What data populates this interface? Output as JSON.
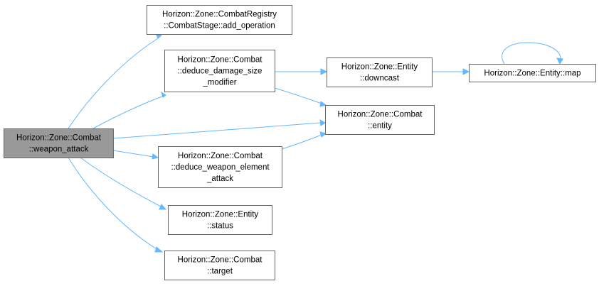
{
  "nodes": [
    {
      "id": "weapon_attack",
      "lines": [
        "Horizon::Zone::Combat",
        "::weapon_attack"
      ],
      "highlight": true
    },
    {
      "id": "add_operation",
      "lines": [
        "Horizon::Zone::CombatRegistry",
        "::CombatStage::add_operation"
      ],
      "highlight": false
    },
    {
      "id": "deduce_damage_size_modifier",
      "lines": [
        "Horizon::Zone::Combat",
        "::deduce_damage_size",
        "_modifier"
      ],
      "highlight": false
    },
    {
      "id": "downcast",
      "lines": [
        "Horizon::Zone::Entity",
        "::downcast"
      ],
      "highlight": false
    },
    {
      "id": "map",
      "lines": [
        "Horizon::Zone::Entity::map"
      ],
      "highlight": false
    },
    {
      "id": "entity",
      "lines": [
        "Horizon::Zone::Combat",
        "::entity"
      ],
      "highlight": false
    },
    {
      "id": "deduce_weapon_element_attack",
      "lines": [
        "Horizon::Zone::Combat",
        "::deduce_weapon_element",
        "_attack"
      ],
      "highlight": false
    },
    {
      "id": "status",
      "lines": [
        "Horizon::Zone::Entity",
        "::status"
      ],
      "highlight": false
    },
    {
      "id": "target",
      "lines": [
        "Horizon::Zone::Combat",
        "::target"
      ],
      "highlight": false
    }
  ],
  "edges": [
    {
      "from": "weapon_attack",
      "to": "add_operation"
    },
    {
      "from": "weapon_attack",
      "to": "deduce_damage_size_modifier"
    },
    {
      "from": "weapon_attack",
      "to": "entity"
    },
    {
      "from": "weapon_attack",
      "to": "deduce_weapon_element_attack"
    },
    {
      "from": "weapon_attack",
      "to": "status"
    },
    {
      "from": "weapon_attack",
      "to": "target"
    },
    {
      "from": "deduce_damage_size_modifier",
      "to": "downcast"
    },
    {
      "from": "deduce_damage_size_modifier",
      "to": "entity"
    },
    {
      "from": "downcast",
      "to": "map"
    },
    {
      "from": "map",
      "to": "map"
    },
    {
      "from": "deduce_weapon_element_attack",
      "to": "entity"
    }
  ],
  "colors": {
    "edge": "#63b8ff",
    "root_fill": "#999999",
    "border": "#666666"
  }
}
